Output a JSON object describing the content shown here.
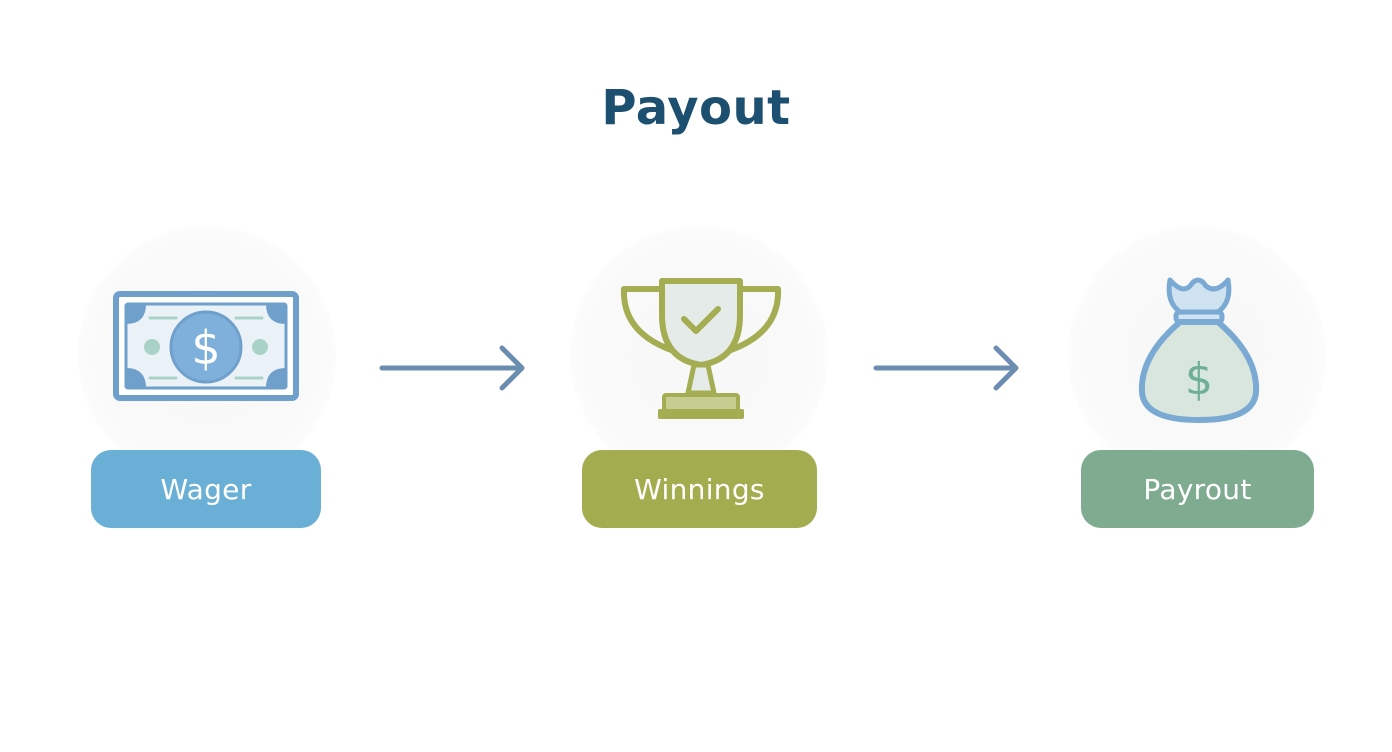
{
  "title": "Payout",
  "steps": [
    {
      "label": "Wager",
      "icon": "dollar-bill-icon",
      "color": "#6aafd5"
    },
    {
      "label": "Winnings",
      "icon": "trophy-icon",
      "color": "#a3ad4f"
    },
    {
      "label": "Payrout",
      "icon": "money-bag-icon",
      "color": "#7fac91"
    }
  ],
  "colors": {
    "title": "#1c4f70",
    "arrow": "#6b8db0",
    "bill_stroke": "#6fa0cc",
    "trophy_stroke": "#a4ad52",
    "bag_stroke": "#7aaad3",
    "bag_fill": "#d8e6dd",
    "dollar_green": "#6eaf95"
  }
}
